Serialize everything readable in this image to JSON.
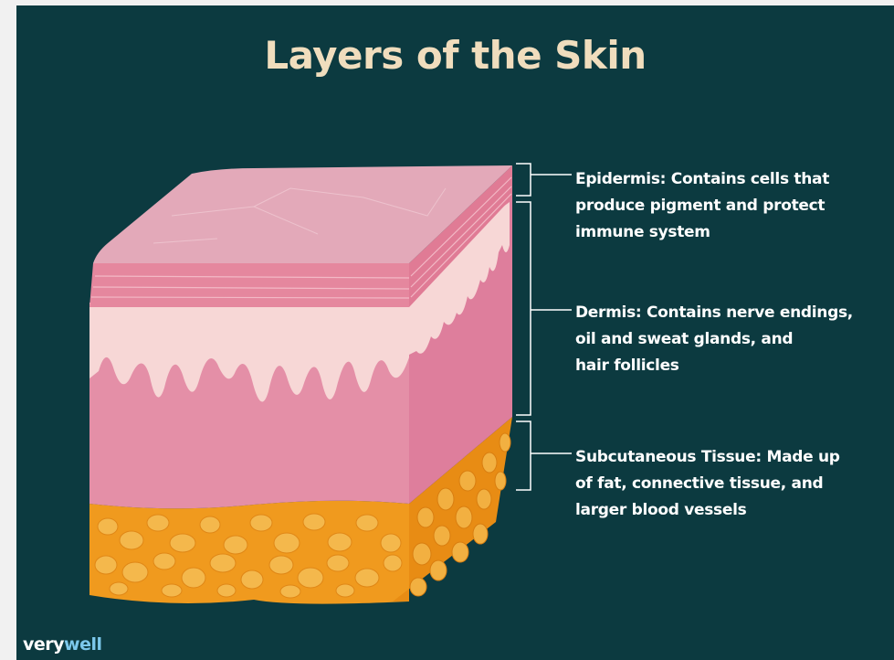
{
  "title": "Layers of the Skin",
  "layers": [
    {
      "name": "Epidermis",
      "lines": [
        "Epidermis: Contains cells that",
        "produce pigment and protect",
        "immune system"
      ],
      "color": "#e88ea6"
    },
    {
      "name": "Dermis",
      "lines": [
        "Dermis: Contains nerve endings,",
        "oil and sweat glands, and",
        "hair follicles"
      ],
      "color": "#e9a3b8"
    },
    {
      "name": "Subcutaneous Tissue",
      "lines": [
        "Subcutaneous Tissue: Made up",
        "of fat, connective tissue, and",
        "larger blood vessels"
      ],
      "color": "#f09a1e"
    }
  ],
  "logo": {
    "part1": "very",
    "part2": "well"
  },
  "colors": {
    "background": "#0c3a40",
    "title": "#f0ddbd",
    "top_surface": "#e3a9b9",
    "dermis_front": "#e48fa7",
    "papillae": "#f6d5d3",
    "fat": "#f09a1e",
    "logo_accent": "#7cc8ec"
  }
}
